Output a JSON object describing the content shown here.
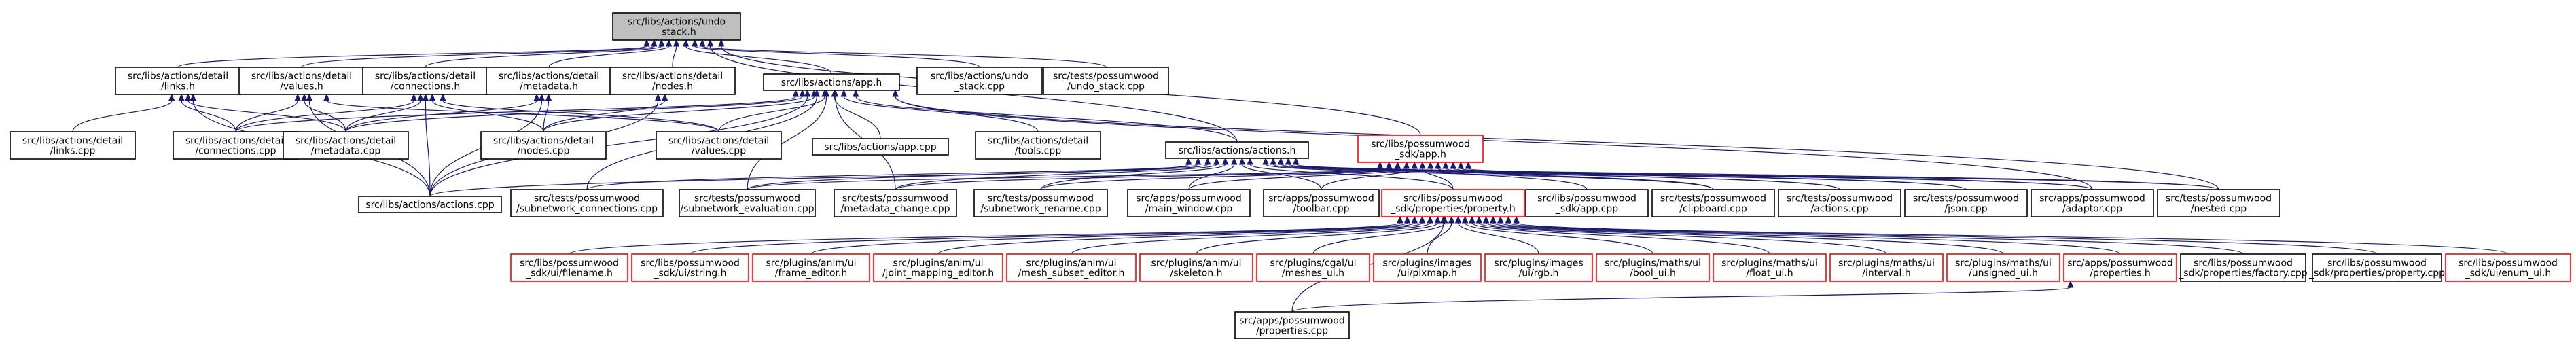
{
  "graph": {
    "nodes": [
      {
        "id": "undo_stack_h",
        "lines": [
          "src/libs/actions/undo",
          "_stack.h"
        ],
        "style": "focus"
      },
      {
        "id": "detail_links_h",
        "lines": [
          "src/libs/actions/detail",
          "/links.h"
        ],
        "style": "normal"
      },
      {
        "id": "detail_values_h",
        "lines": [
          "src/libs/actions/detail",
          "/values.h"
        ],
        "style": "normal"
      },
      {
        "id": "detail_connections_h",
        "lines": [
          "src/libs/actions/detail",
          "/connections.h"
        ],
        "style": "normal"
      },
      {
        "id": "detail_metadata_h",
        "lines": [
          "src/libs/actions/detail",
          "/metadata.h"
        ],
        "style": "normal"
      },
      {
        "id": "detail_nodes_h",
        "lines": [
          "src/libs/actions/detail",
          "/nodes.h"
        ],
        "style": "normal"
      },
      {
        "id": "app_h",
        "lines": [
          "src/libs/actions/app.h"
        ],
        "style": "normal"
      },
      {
        "id": "undo_stack_cpp",
        "lines": [
          "src/libs/actions/undo",
          "_stack.cpp"
        ],
        "style": "normal"
      },
      {
        "id": "tests_undo_stack_cpp",
        "lines": [
          "src/tests/possumwood",
          "/undo_stack.cpp"
        ],
        "style": "normal"
      },
      {
        "id": "detail_links_cpp",
        "lines": [
          "src/libs/actions/detail",
          "/links.cpp"
        ],
        "style": "normal"
      },
      {
        "id": "detail_connections_cpp",
        "lines": [
          "src/libs/actions/detail",
          "/connections.cpp"
        ],
        "style": "normal"
      },
      {
        "id": "detail_metadata_cpp",
        "lines": [
          "src/libs/actions/detail",
          "/metadata.cpp"
        ],
        "style": "normal"
      },
      {
        "id": "detail_nodes_cpp",
        "lines": [
          "src/libs/actions/detail",
          "/nodes.cpp"
        ],
        "style": "normal"
      },
      {
        "id": "detail_values_cpp",
        "lines": [
          "src/libs/actions/detail",
          "/values.cpp"
        ],
        "style": "normal"
      },
      {
        "id": "app_cpp",
        "lines": [
          "src/libs/actions/app.cpp"
        ],
        "style": "normal"
      },
      {
        "id": "detail_tools_cpp",
        "lines": [
          "src/libs/actions/detail",
          "/tools.cpp"
        ],
        "style": "normal"
      },
      {
        "id": "actions_h",
        "lines": [
          "src/libs/actions/actions.h"
        ],
        "style": "normal"
      },
      {
        "id": "sdk_app_h",
        "lines": [
          "src/libs/possumwood",
          "_sdk/app.h"
        ],
        "style": "missing"
      },
      {
        "id": "actions_cpp",
        "lines": [
          "src/libs/actions/actions.cpp"
        ],
        "style": "normal"
      },
      {
        "id": "t_subnetwork_connections",
        "lines": [
          "src/tests/possumwood",
          "/subnetwork_connections.cpp"
        ],
        "style": "normal"
      },
      {
        "id": "t_subnetwork_evaluation",
        "lines": [
          "src/tests/possumwood",
          "/subnetwork_evaluation.cpp"
        ],
        "style": "normal"
      },
      {
        "id": "t_metadata_change",
        "lines": [
          "src/tests/possumwood",
          "/metadata_change.cpp"
        ],
        "style": "normal"
      },
      {
        "id": "t_subnetwork_rename",
        "lines": [
          "src/tests/possumwood",
          "/subnetwork_rename.cpp"
        ],
        "style": "normal"
      },
      {
        "id": "main_window_cpp",
        "lines": [
          "src/apps/possumwood",
          "/main_window.cpp"
        ],
        "style": "normal"
      },
      {
        "id": "toolbar_cpp",
        "lines": [
          "src/apps/possumwood",
          "/toolbar.cpp"
        ],
        "style": "normal"
      },
      {
        "id": "property_h",
        "lines": [
          "src/libs/possumwood",
          "_sdk/properties/property.h"
        ],
        "style": "missing"
      },
      {
        "id": "sdk_app_cpp",
        "lines": [
          "src/libs/possumwood",
          "_sdk/app.cpp"
        ],
        "style": "normal"
      },
      {
        "id": "clipboard_cpp",
        "lines": [
          "src/tests/possumwood",
          "/clipboard.cpp"
        ],
        "style": "normal"
      },
      {
        "id": "t_actions_cpp",
        "lines": [
          "src/tests/possumwood",
          "/actions.cpp"
        ],
        "style": "normal"
      },
      {
        "id": "t_json_cpp",
        "lines": [
          "src/tests/possumwood",
          "/json.cpp"
        ],
        "style": "normal"
      },
      {
        "id": "adaptor_cpp",
        "lines": [
          "src/apps/possumwood",
          "/adaptor.cpp"
        ],
        "style": "normal"
      },
      {
        "id": "t_nested_cpp",
        "lines": [
          "src/tests/possumwood",
          "/nested.cpp"
        ],
        "style": "normal"
      },
      {
        "id": "ui_filename_h",
        "lines": [
          "src/libs/possumwood",
          "_sdk/ui/filename.h"
        ],
        "style": "missing"
      },
      {
        "id": "ui_string_h",
        "lines": [
          "src/libs/possumwood",
          "_sdk/ui/string.h"
        ],
        "style": "missing"
      },
      {
        "id": "frame_editor_h",
        "lines": [
          "src/plugins/anim/ui",
          "/frame_editor.h"
        ],
        "style": "missing"
      },
      {
        "id": "joint_mapping_editor_h",
        "lines": [
          "src/plugins/anim/ui",
          "/joint_mapping_editor.h"
        ],
        "style": "missing"
      },
      {
        "id": "mesh_subset_editor_h",
        "lines": [
          "src/plugins/anim/ui",
          "/mesh_subset_editor.h"
        ],
        "style": "missing"
      },
      {
        "id": "skeleton_h",
        "lines": [
          "src/plugins/anim/ui",
          "/skeleton.h"
        ],
        "style": "missing"
      },
      {
        "id": "meshes_ui_h",
        "lines": [
          "src/plugins/cgal/ui",
          "/meshes_ui.h"
        ],
        "style": "missing"
      },
      {
        "id": "pixmap_h",
        "lines": [
          "src/plugins/images",
          "/ui/pixmap.h"
        ],
        "style": "missing"
      },
      {
        "id": "rgb_h",
        "lines": [
          "src/plugins/images",
          "/ui/rgb.h"
        ],
        "style": "missing"
      },
      {
        "id": "bool_ui_h",
        "lines": [
          "src/plugins/maths/ui",
          "/bool_ui.h"
        ],
        "style": "missing"
      },
      {
        "id": "float_ui_h",
        "lines": [
          "src/plugins/maths/ui",
          "/float_ui.h"
        ],
        "style": "missing"
      },
      {
        "id": "interval_h",
        "lines": [
          "src/plugins/maths/ui",
          "/interval.h"
        ],
        "style": "missing"
      },
      {
        "id": "unsigned_ui_h",
        "lines": [
          "src/plugins/maths/ui",
          "/unsigned_ui.h"
        ],
        "style": "missing"
      },
      {
        "id": "app_properties_h",
        "lines": [
          "src/apps/possumwood",
          "/properties.h"
        ],
        "style": "missing"
      },
      {
        "id": "factory_cpp",
        "lines": [
          "src/libs/possumwood",
          "_sdk/properties/factory.cpp"
        ],
        "style": "normal"
      },
      {
        "id": "property_cpp",
        "lines": [
          "src/libs/possumwood",
          "_sdk/properties/property.cpp"
        ],
        "style": "normal"
      },
      {
        "id": "enum_ui_h",
        "lines": [
          "src/libs/possumwood",
          "_sdk/ui/enum_ui.h"
        ],
        "style": "missing"
      },
      {
        "id": "app_properties_cpp",
        "lines": [
          "src/apps/possumwood",
          "/properties.cpp"
        ],
        "style": "normal"
      }
    ],
    "edges": [
      [
        "detail_links_h",
        "undo_stack_h"
      ],
      [
        "detail_values_h",
        "undo_stack_h"
      ],
      [
        "detail_connections_h",
        "undo_stack_h"
      ],
      [
        "detail_metadata_h",
        "undo_stack_h"
      ],
      [
        "detail_nodes_h",
        "undo_stack_h"
      ],
      [
        "app_h",
        "undo_stack_h"
      ],
      [
        "undo_stack_cpp",
        "undo_stack_h"
      ],
      [
        "tests_undo_stack_cpp",
        "undo_stack_h"
      ],
      [
        "actions_h",
        "undo_stack_h"
      ],
      [
        "sdk_app_h",
        "undo_stack_h"
      ],
      [
        "detail_links_cpp",
        "detail_links_h"
      ],
      [
        "detail_connections_cpp",
        "detail_links_h"
      ],
      [
        "actions_cpp",
        "detail_links_h"
      ],
      [
        "detail_metadata_cpp",
        "detail_links_h"
      ],
      [
        "detail_connections_cpp",
        "detail_values_h"
      ],
      [
        "detail_metadata_cpp",
        "detail_values_h"
      ],
      [
        "detail_values_cpp",
        "detail_values_h"
      ],
      [
        "actions_cpp",
        "detail_values_h"
      ],
      [
        "detail_connections_cpp",
        "detail_connections_h"
      ],
      [
        "actions_cpp",
        "detail_connections_h"
      ],
      [
        "detail_nodes_cpp",
        "detail_connections_h"
      ],
      [
        "detail_metadata_cpp",
        "detail_connections_h"
      ],
      [
        "detail_values_cpp",
        "detail_connections_h"
      ],
      [
        "detail_metadata_cpp",
        "detail_metadata_h"
      ],
      [
        "actions_cpp",
        "detail_metadata_h"
      ],
      [
        "detail_nodes_cpp",
        "detail_metadata_h"
      ],
      [
        "detail_nodes_cpp",
        "detail_nodes_h"
      ],
      [
        "actions_cpp",
        "detail_nodes_h"
      ],
      [
        "detail_connections_cpp",
        "app_h"
      ],
      [
        "detail_metadata_cpp",
        "app_h"
      ],
      [
        "detail_nodes_cpp",
        "app_h"
      ],
      [
        "detail_values_cpp",
        "app_h"
      ],
      [
        "app_cpp",
        "app_h"
      ],
      [
        "detail_tools_cpp",
        "app_h"
      ],
      [
        "actions_h",
        "app_h"
      ],
      [
        "actions_cpp",
        "app_h"
      ],
      [
        "t_subnetwork_connections",
        "app_h"
      ],
      [
        "t_subnetwork_evaluation",
        "app_h"
      ],
      [
        "t_metadata_change",
        "app_h"
      ],
      [
        "adaptor_cpp",
        "app_h"
      ],
      [
        "t_nested_cpp",
        "app_h"
      ],
      [
        "actions_cpp",
        "actions_h"
      ],
      [
        "t_subnetwork_connections",
        "actions_h"
      ],
      [
        "t_subnetwork_evaluation",
        "actions_h"
      ],
      [
        "t_metadata_change",
        "actions_h"
      ],
      [
        "t_subnetwork_rename",
        "actions_h"
      ],
      [
        "main_window_cpp",
        "actions_h"
      ],
      [
        "toolbar_cpp",
        "actions_h"
      ],
      [
        "property_h",
        "actions_h"
      ],
      [
        "clipboard_cpp",
        "actions_h"
      ],
      [
        "t_actions_cpp",
        "actions_h"
      ],
      [
        "t_json_cpp",
        "actions_h"
      ],
      [
        "adaptor_cpp",
        "actions_h"
      ],
      [
        "t_nested_cpp",
        "actions_h"
      ],
      [
        "t_subnetwork_evaluation",
        "sdk_app_h"
      ],
      [
        "t_metadata_change",
        "sdk_app_h"
      ],
      [
        "t_subnetwork_rename",
        "sdk_app_h"
      ],
      [
        "main_window_cpp",
        "sdk_app_h"
      ],
      [
        "toolbar_cpp",
        "sdk_app_h"
      ],
      [
        "property_h",
        "sdk_app_h"
      ],
      [
        "sdk_app_cpp",
        "sdk_app_h"
      ],
      [
        "clipboard_cpp",
        "sdk_app_h"
      ],
      [
        "t_actions_cpp",
        "sdk_app_h"
      ],
      [
        "t_json_cpp",
        "sdk_app_h"
      ],
      [
        "adaptor_cpp",
        "sdk_app_h"
      ],
      [
        "t_nested_cpp",
        "sdk_app_h"
      ],
      [
        "ui_filename_h",
        "property_h"
      ],
      [
        "ui_string_h",
        "property_h"
      ],
      [
        "frame_editor_h",
        "property_h"
      ],
      [
        "joint_mapping_editor_h",
        "property_h"
      ],
      [
        "mesh_subset_editor_h",
        "property_h"
      ],
      [
        "skeleton_h",
        "property_h"
      ],
      [
        "meshes_ui_h",
        "property_h"
      ],
      [
        "pixmap_h",
        "property_h"
      ],
      [
        "rgb_h",
        "property_h"
      ],
      [
        "bool_ui_h",
        "property_h"
      ],
      [
        "float_ui_h",
        "property_h"
      ],
      [
        "interval_h",
        "property_h"
      ],
      [
        "unsigned_ui_h",
        "property_h"
      ],
      [
        "app_properties_h",
        "property_h"
      ],
      [
        "factory_cpp",
        "property_h"
      ],
      [
        "property_cpp",
        "property_h"
      ],
      [
        "enum_ui_h",
        "property_h"
      ],
      [
        "app_properties_cpp",
        "property_h"
      ],
      [
        "app_properties_cpp",
        "app_properties_h"
      ]
    ]
  }
}
